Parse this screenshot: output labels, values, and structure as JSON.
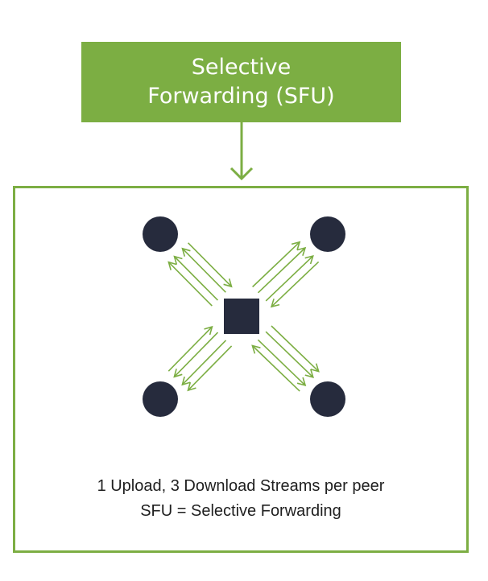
{
  "title": {
    "line1": "Selective",
    "line2": "Forwarding (SFU)"
  },
  "captions": {
    "line1": "1 Upload, 3 Download Streams per peer",
    "line2": "SFU = Selective Forwarding"
  },
  "colors": {
    "accent": "#7cae43",
    "node": "#262b3d",
    "text": "#1f1f1f"
  },
  "nodes": [
    "peer",
    "peer",
    "peer",
    "peer",
    "sfu-server"
  ]
}
